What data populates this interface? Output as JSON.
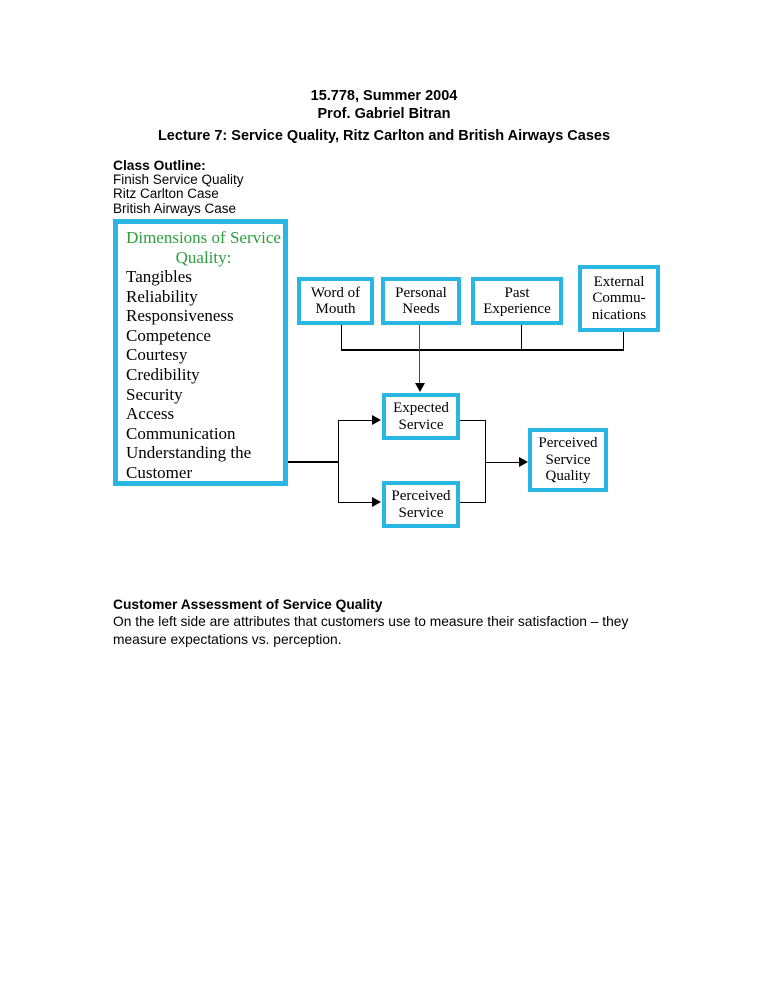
{
  "page": {
    "background": "#ffffff"
  },
  "header": {
    "course": "15.778, Summer 2004",
    "professor": "Prof. Gabriel Bitran",
    "lecture_title": "Lecture 7: Service Quality, Ritz Carlton and British Airways Cases"
  },
  "class_outline": {
    "heading": "Class Outline:",
    "items": [
      "Finish Service Quality",
      "Ritz Carlton Case",
      "British Airways Case"
    ]
  },
  "diagram": {
    "accent_color": "#29b6e3",
    "title_color": "#2e9e3e",
    "dimensions_box": {
      "title": "Dimensions of Service\nQuality:",
      "items": [
        "Tangibles",
        "Reliability",
        "Responsiveness",
        "Competence",
        "Courtesy",
        "Credibility",
        "Security",
        "Access",
        "Communication",
        "Understanding the\nCustomer"
      ]
    },
    "boxes": {
      "word_of_mouth": "Word of\nMouth",
      "personal_needs": "Personal\nNeeds",
      "past_experience": "Past\nExperience",
      "external_communications": "External\nCommu-\nnications",
      "expected_service": "Expected\nService",
      "perceived_service": "Perceived\nService",
      "perceived_service_quality": "Perceived\nService\nQuality"
    }
  },
  "notes": {
    "heading": "Customer Assessment of Service Quality",
    "body": "On the left side are attributes that customers use to measure their satisfaction – they measure expectations vs. perception."
  }
}
